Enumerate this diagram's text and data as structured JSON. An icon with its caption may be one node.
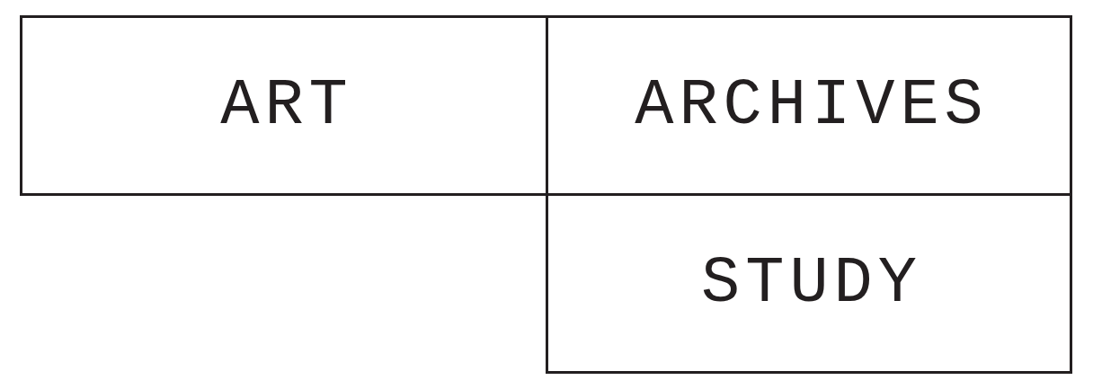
{
  "diagram": {
    "nodes": [
      {
        "text": [
          "ART"
        ]
      },
      {
        "text": [
          "ARCHIVES"
        ]
      },
      {
        "text": [
          "STUDY"
        ]
      }
    ]
  }
}
